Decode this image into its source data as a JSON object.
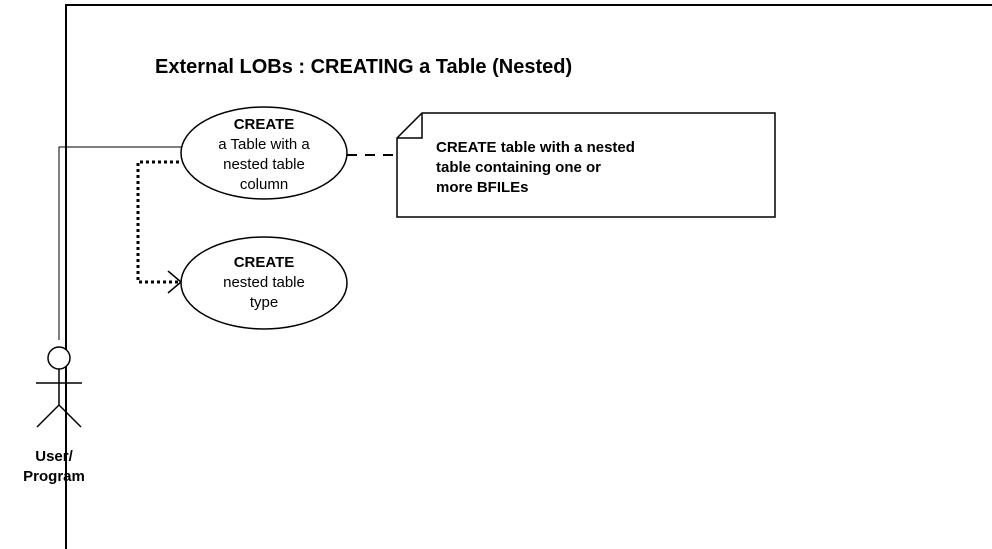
{
  "title": "External LOBs : CREATING a Table (Nested)",
  "use_cases": [
    {
      "lines": [
        "CREATE",
        "a Table with a",
        "nested table",
        "column"
      ]
    },
    {
      "lines": [
        "CREATE",
        "nested table",
        "type"
      ]
    }
  ],
  "note": {
    "lines": [
      "CREATE table with a nested",
      "table containing one or",
      "more BFILEs"
    ]
  },
  "actor": {
    "lines": [
      "User/",
      "Program"
    ]
  }
}
